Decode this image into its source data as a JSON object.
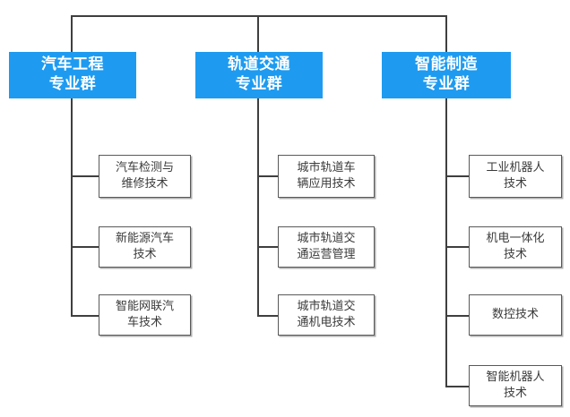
{
  "diagram": {
    "type": "organizational-tree",
    "title": "",
    "colors": {
      "group_fill": "#1e9bf0",
      "group_text": "#ffffff",
      "leaf_fill": "#ffffff",
      "leaf_border": "#595959",
      "leaf_text": "#3a3a3a",
      "connector": "#3f3f3f"
    },
    "groups": [
      {
        "id": "automotive",
        "label": "汽车工程\n专业群",
        "children": [
          {
            "id": "auto-c1",
            "label": "汽车检测与\n维修技术"
          },
          {
            "id": "auto-c2",
            "label": "新能源汽车\n技术"
          },
          {
            "id": "auto-c3",
            "label": "智能网联汽\n车技术"
          }
        ]
      },
      {
        "id": "rail-transit",
        "label": "轨道交通\n专业群",
        "children": [
          {
            "id": "rail-c1",
            "label": "城市轨道车\n辆应用技术"
          },
          {
            "id": "rail-c2",
            "label": "城市轨道交\n通运营管理"
          },
          {
            "id": "rail-c3",
            "label": "城市轨道交\n通机电技术"
          }
        ]
      },
      {
        "id": "smart-manufacturing",
        "label": "智能制造\n专业群",
        "children": [
          {
            "id": "smart-c1",
            "label": "工业机器人\n技术"
          },
          {
            "id": "smart-c2",
            "label": "机电一体化\n技术"
          },
          {
            "id": "smart-c3",
            "label": "数控技术"
          },
          {
            "id": "smart-c4",
            "label": "智能机器人\n技术"
          }
        ]
      }
    ]
  }
}
